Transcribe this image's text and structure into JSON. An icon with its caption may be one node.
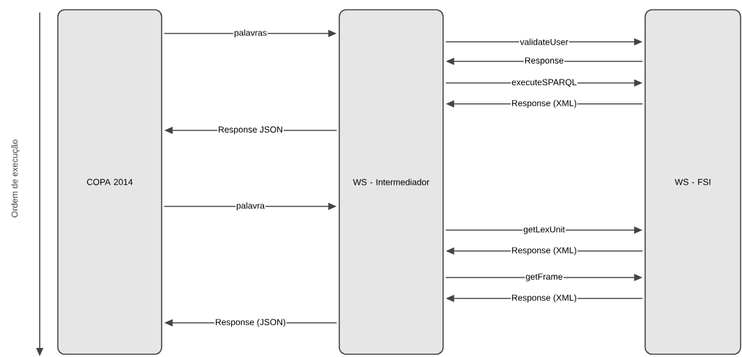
{
  "diagram": {
    "nodes": [
      {
        "text": [
          "COPA 2014"
        ]
      },
      {
        "text": [
          "WS - Intermediador"
        ]
      },
      {
        "text": [
          "WS - FSI"
        ]
      }
    ],
    "edges": [
      {
        "from": 0,
        "to": 1,
        "arrow": "to",
        "label": "palavras"
      },
      {
        "from": 1,
        "to": 2,
        "arrow": "to",
        "label": "validateUser"
      },
      {
        "from": 2,
        "to": 1,
        "arrow": "to",
        "label": "Response"
      },
      {
        "from": 1,
        "to": 2,
        "arrow": "to",
        "label": "executeSPARQL"
      },
      {
        "from": 2,
        "to": 1,
        "arrow": "to",
        "label": "Response (XML)"
      },
      {
        "from": 1,
        "to": 0,
        "arrow": "to",
        "label": "Response JSON"
      },
      {
        "from": 0,
        "to": 1,
        "arrow": "to",
        "label": "palavra"
      },
      {
        "from": 1,
        "to": 2,
        "arrow": "to",
        "label": "getLexUnit"
      },
      {
        "from": 2,
        "to": 1,
        "arrow": "to",
        "label": "Response (XML)"
      },
      {
        "from": 1,
        "to": 2,
        "arrow": "to",
        "label": "getFrame"
      },
      {
        "from": 2,
        "to": 1,
        "arrow": "to",
        "label": "Response (XML)"
      },
      {
        "from": 1,
        "to": 0,
        "arrow": "to",
        "label": "Response (JSON)"
      }
    ],
    "labels": [
      "Ordem de execução"
    ]
  }
}
